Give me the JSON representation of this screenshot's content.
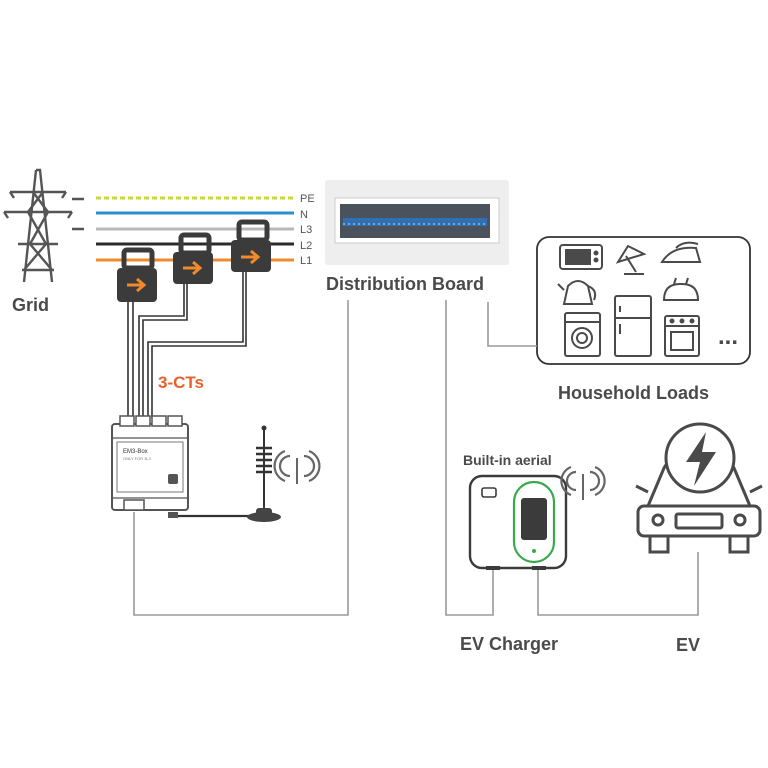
{
  "labels": {
    "grid": "Grid",
    "distribution_board": "Distribution Board",
    "ct_label": "3-CTs",
    "household_loads": "Household  Loads",
    "built_in_aerial": "Built-in aerial",
    "ev_charger": "EV  Charger",
    "ev": "EV",
    "ellipsis": "...",
    "em_box_title": "EM3-Box",
    "em_box_sub": "ONLY FOR 3L3"
  },
  "lines": [
    {
      "name": "PE",
      "color": "#c8d93a",
      "dash": true
    },
    {
      "name": "N",
      "color": "#2a8fd0",
      "dash": false
    },
    {
      "name": "L3",
      "color": "#b8b8b8",
      "dash": false
    },
    {
      "name": "L2",
      "color": "#2b2b2b",
      "dash": false
    },
    {
      "name": "L1",
      "color": "#f08a2c",
      "dash": false
    }
  ],
  "colors": {
    "accent": "#e8612a",
    "ct_body": "#3b3b3b",
    "ct_arrow": "#f08a2c",
    "led_green": "#3aa94e",
    "wire": "#9a9a9a",
    "icon_stroke": "#4a4a4a"
  },
  "household_icons": [
    "microwave-icon",
    "lamp-icon",
    "iron-icon",
    "kettle-icon",
    "fridge-icon",
    "toaster-icon",
    "washing-machine-icon",
    "oven-icon"
  ]
}
